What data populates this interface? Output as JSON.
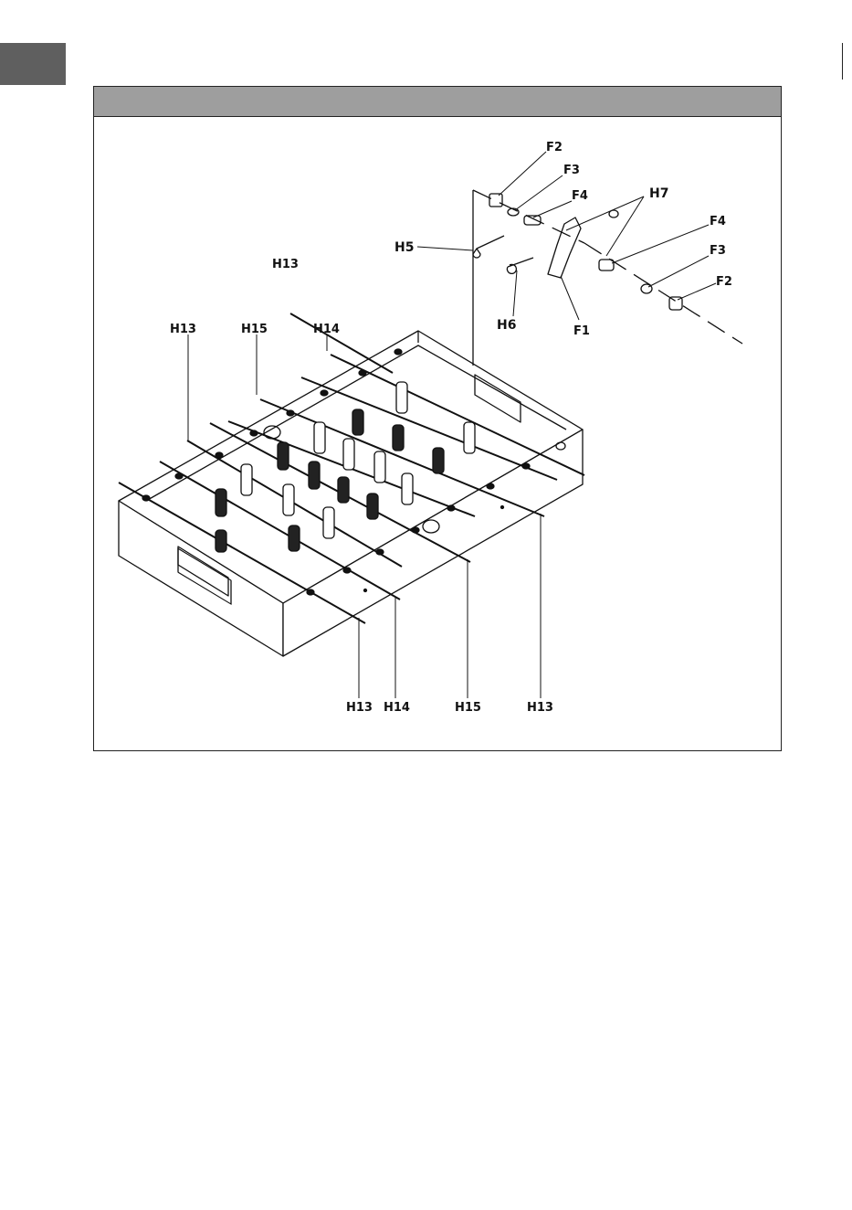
{
  "labels": {
    "F2_top": "F2",
    "F3_top": "F3",
    "F4_top": "F4",
    "H7": "H7",
    "F4_right": "F4",
    "F3_right": "F3",
    "F2_right": "F2",
    "H5": "H5",
    "H13_top": "H13",
    "H6": "H6",
    "F1": "F1",
    "H13_left": "H13",
    "H15_left": "H15",
    "H14_left": "H14",
    "H13_bottom_a": "H13",
    "H14_bottom": "H14",
    "H15_bottom": "H15",
    "H13_bottom_b": "H13"
  }
}
